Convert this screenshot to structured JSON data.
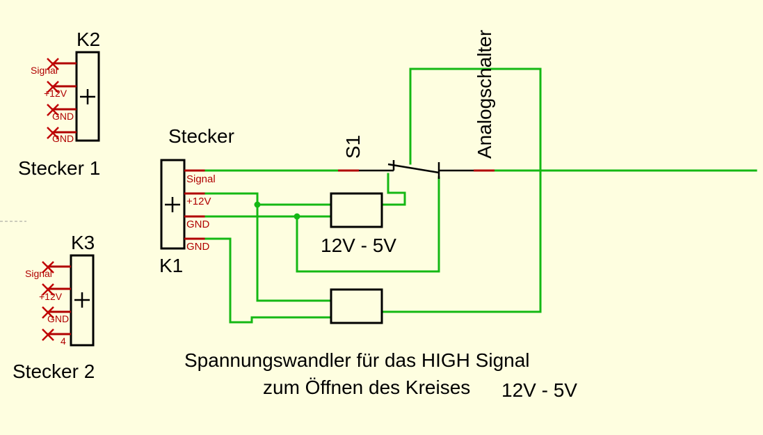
{
  "components": {
    "k2": {
      "ref": "K2",
      "caption": "Stecker 1",
      "pins": [
        "Signal",
        "+12V",
        "GND",
        "GND"
      ]
    },
    "k3": {
      "ref": "K3",
      "caption": "Stecker 2",
      "pins": [
        "Signal",
        "+12V",
        "GND",
        "4"
      ]
    },
    "k1": {
      "ref": "K1",
      "caption": "Stecker",
      "pins": [
        "Signal",
        "+12V",
        "GND",
        "GND"
      ]
    },
    "s1": {
      "ref": "S1",
      "value": "Analogschalter"
    },
    "conv1": {
      "value": "12V - 5V"
    }
  },
  "notes": {
    "line1": "Spannungswandler für das HIGH Signal",
    "line2": "zum Öffnen des Kreises",
    "line2_value": "12V - 5V"
  },
  "colors": {
    "background": "#fefee0",
    "wire": "#14b814",
    "pin": "#b00000",
    "body": "#000000"
  }
}
